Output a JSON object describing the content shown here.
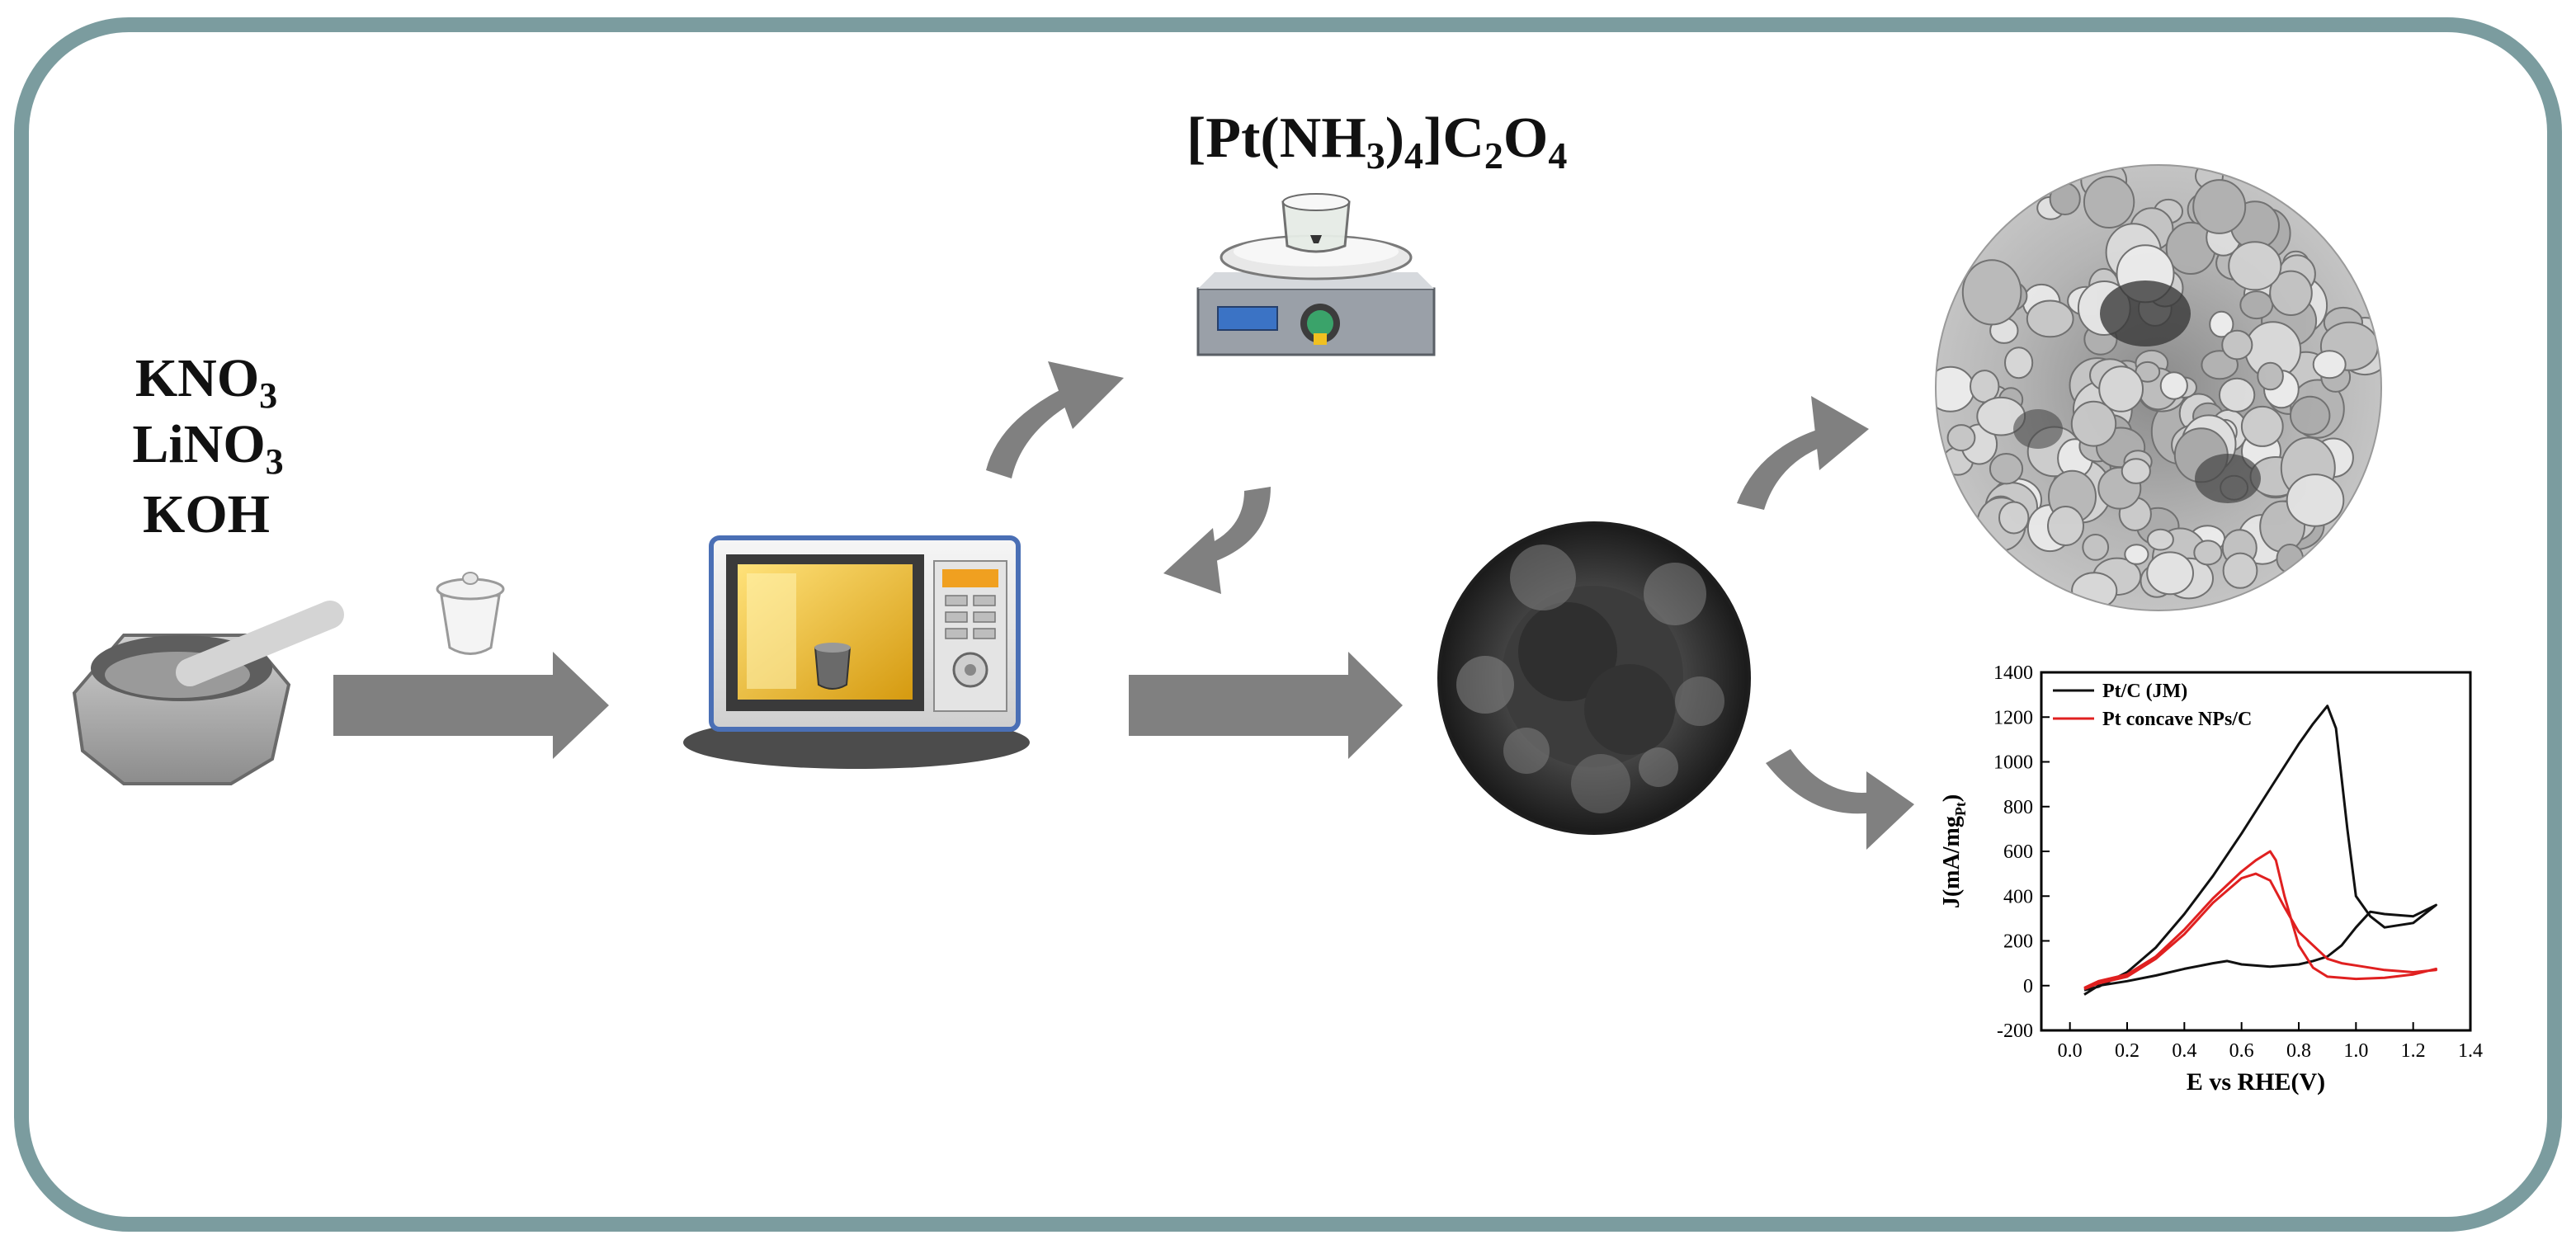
{
  "reagents": {
    "line1": "KNO",
    "line1_sub": "3",
    "line2": "LiNO",
    "line2_sub": "3",
    "line3": "KOH"
  },
  "precursor": {
    "part1": "[Pt(NH",
    "sub1": "3",
    "part2": ")",
    "sub2": "4",
    "part3": "]C",
    "sub3": "2",
    "part4": "O",
    "sub4": "4"
  },
  "icons": {
    "mortar": "mortar-pestle-icon",
    "crucible": "crucible-icon",
    "microwave": "microwave-oven-icon",
    "stirrer": "hot-plate-stirrer-icon",
    "tem": "tem-micrograph-image",
    "sem": "sem-micrograph-image"
  },
  "colors": {
    "frame": "#7b9c9f",
    "arrow": "#808080",
    "series_pt_c": "#111111",
    "series_pt_concave": "#e02020"
  },
  "chart_data": {
    "type": "line",
    "title": "",
    "xlabel": "E vs RHE(V)",
    "ylabel_main": "J(mA/mg",
    "ylabel_sub": "Pt",
    "ylabel_close": ")",
    "xlim": [
      -0.1,
      1.4
    ],
    "ylim": [
      -200,
      1400
    ],
    "x_ticks": [
      "0.0",
      "0.2",
      "0.4",
      "0.6",
      "0.8",
      "1.0",
      "1.2",
      "1.4"
    ],
    "y_ticks": [
      "-200",
      "0",
      "200",
      "400",
      "600",
      "800",
      "1000",
      "1200",
      "1400"
    ],
    "legend_position": "top-left",
    "series": [
      {
        "name": "Pt/C (JM)",
        "color": "#111111",
        "x": [
          0.05,
          0.1,
          0.2,
          0.3,
          0.4,
          0.5,
          0.6,
          0.7,
          0.8,
          0.85,
          0.9,
          0.93,
          0.97,
          1.0,
          1.05,
          1.1,
          1.2,
          1.28,
          1.28,
          1.2,
          1.1,
          1.05,
          1.0,
          0.95,
          0.9,
          0.85,
          0.8,
          0.7,
          0.6,
          0.55,
          0.5,
          0.4,
          0.3,
          0.2,
          0.1,
          0.05
        ],
        "y": [
          -20,
          -5,
          60,
          170,
          320,
          490,
          680,
          880,
          1080,
          1170,
          1250,
          1150,
          700,
          400,
          310,
          260,
          280,
          360,
          360,
          310,
          320,
          330,
          260,
          180,
          130,
          110,
          95,
          85,
          95,
          110,
          100,
          75,
          45,
          20,
          0,
          -40
        ]
      },
      {
        "name": "Pt concave NPs/C",
        "color": "#e02020",
        "x": [
          0.05,
          0.1,
          0.2,
          0.3,
          0.4,
          0.5,
          0.6,
          0.65,
          0.7,
          0.72,
          0.75,
          0.8,
          0.85,
          0.9,
          1.0,
          1.1,
          1.2,
          1.28,
          1.28,
          1.2,
          1.1,
          1.0,
          0.95,
          0.9,
          0.8,
          0.75,
          0.7,
          0.65,
          0.6,
          0.5,
          0.4,
          0.3,
          0.2,
          0.1,
          0.05
        ],
        "y": [
          -10,
          20,
          50,
          130,
          250,
          390,
          510,
          560,
          600,
          560,
          400,
          180,
          80,
          40,
          30,
          35,
          50,
          75,
          70,
          60,
          70,
          90,
          100,
          120,
          240,
          350,
          470,
          500,
          480,
          370,
          230,
          120,
          40,
          10,
          -15
        ]
      }
    ]
  }
}
